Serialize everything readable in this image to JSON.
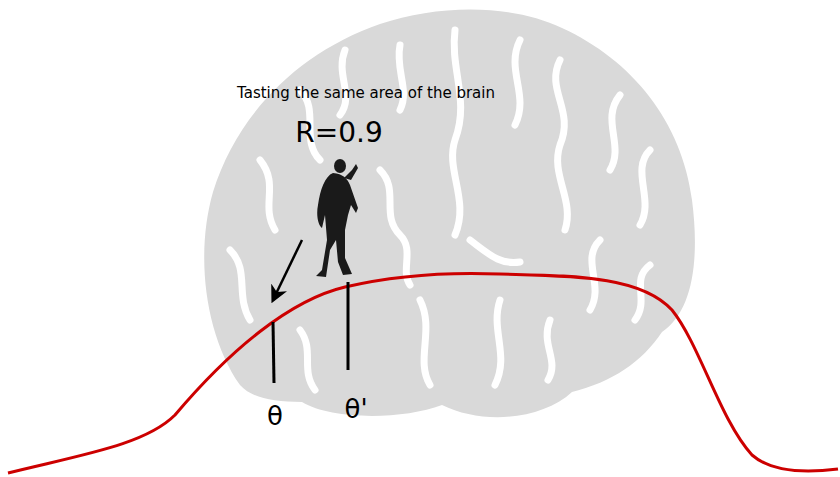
{
  "diagram": {
    "labels": [
      "Tasting the same area of the brain",
      "R=0.9",
      "θ",
      "θ'"
    ]
  }
}
